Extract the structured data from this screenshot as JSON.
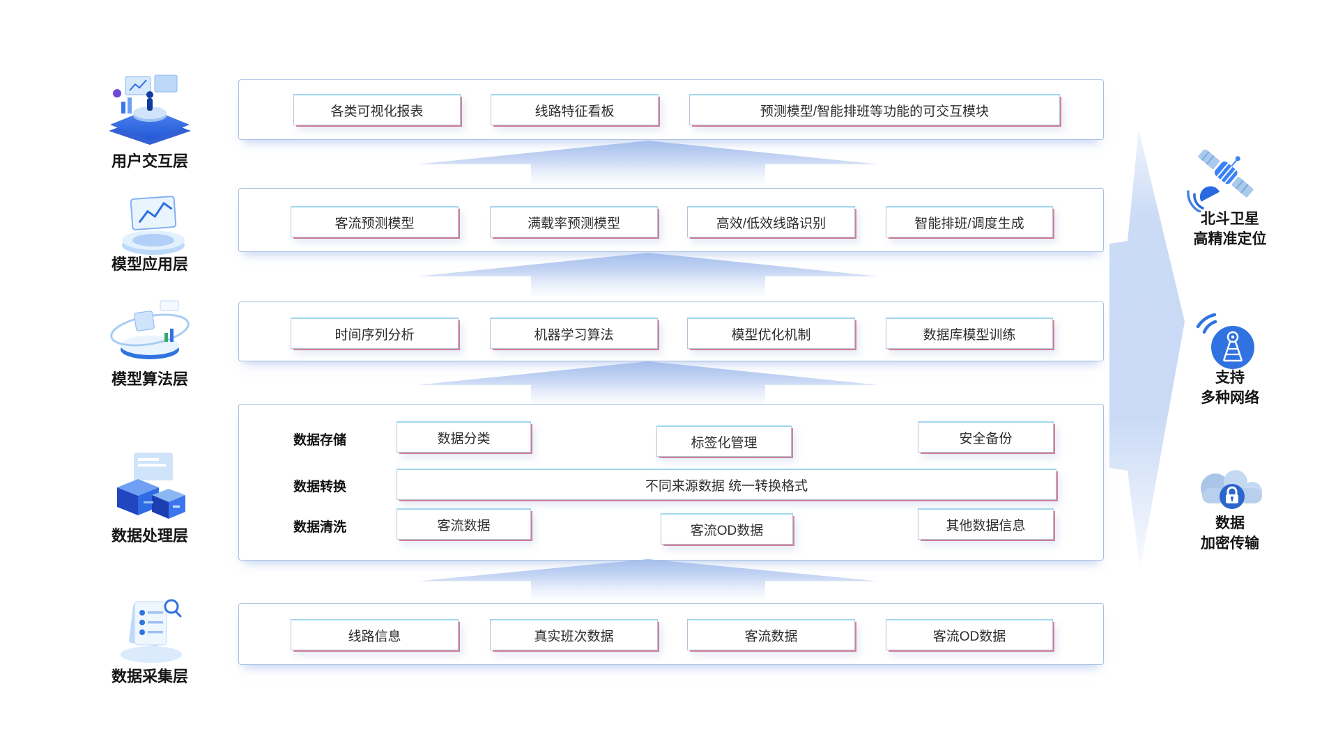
{
  "layers": [
    {
      "label": "用户交互层",
      "icon": "user-interaction-3d-icon"
    },
    {
      "label": "模型应用层",
      "icon": "model-application-3d-icon"
    },
    {
      "label": "模型算法层",
      "icon": "model-algorithm-3d-icon"
    },
    {
      "label": "数据处理层",
      "icon": "data-processing-3d-icon"
    },
    {
      "label": "数据采集层",
      "icon": "data-collection-3d-icon"
    }
  ],
  "row1": {
    "items": [
      "各类可视化报表",
      "线路特征看板",
      "预测模型/智能排班等功能的可交互模块"
    ]
  },
  "row2": {
    "items": [
      "客流预测模型",
      "满载率预测模型",
      "高效/低效线路识别",
      "智能排班/调度生成"
    ]
  },
  "row3": {
    "items": [
      "时间序列分析",
      "机器学习算法",
      "模型优化机制",
      "数据库模型训练"
    ]
  },
  "row4": {
    "storage": {
      "label": "数据存储",
      "items": [
        "数据分类",
        "标签化管理",
        "安全备份"
      ]
    },
    "transform": {
      "label": "数据转换",
      "items": [
        "不同来源数据 统一转换格式"
      ]
    },
    "cleaning": {
      "label": "数据清洗",
      "items": [
        "客流数据",
        "客流OD数据",
        "其他数据信息"
      ]
    }
  },
  "row5": {
    "items": [
      "线路信息",
      "真实班次数据",
      "客流数据",
      "客流OD数据"
    ]
  },
  "sidebar_right": [
    {
      "icon": "beidou-satellite-icon",
      "line1": "北斗卫星",
      "line2": "高精准定位"
    },
    {
      "icon": "signal-tower-icon",
      "line1": "支持",
      "line2": "多种网络"
    },
    {
      "icon": "encrypted-cloud-icon",
      "line1": "数据",
      "line2": "加密传输"
    }
  ],
  "colors": {
    "container_border": "#a6bfe2",
    "box_border_top": "#9fd7ef",
    "box_shadow_accent": "#be375c",
    "arrow_blue": "#c5d7f5",
    "icon_blue": "#2f72e0",
    "icon_light_blue": "#a9c9ed",
    "text_dark": "#151515"
  }
}
